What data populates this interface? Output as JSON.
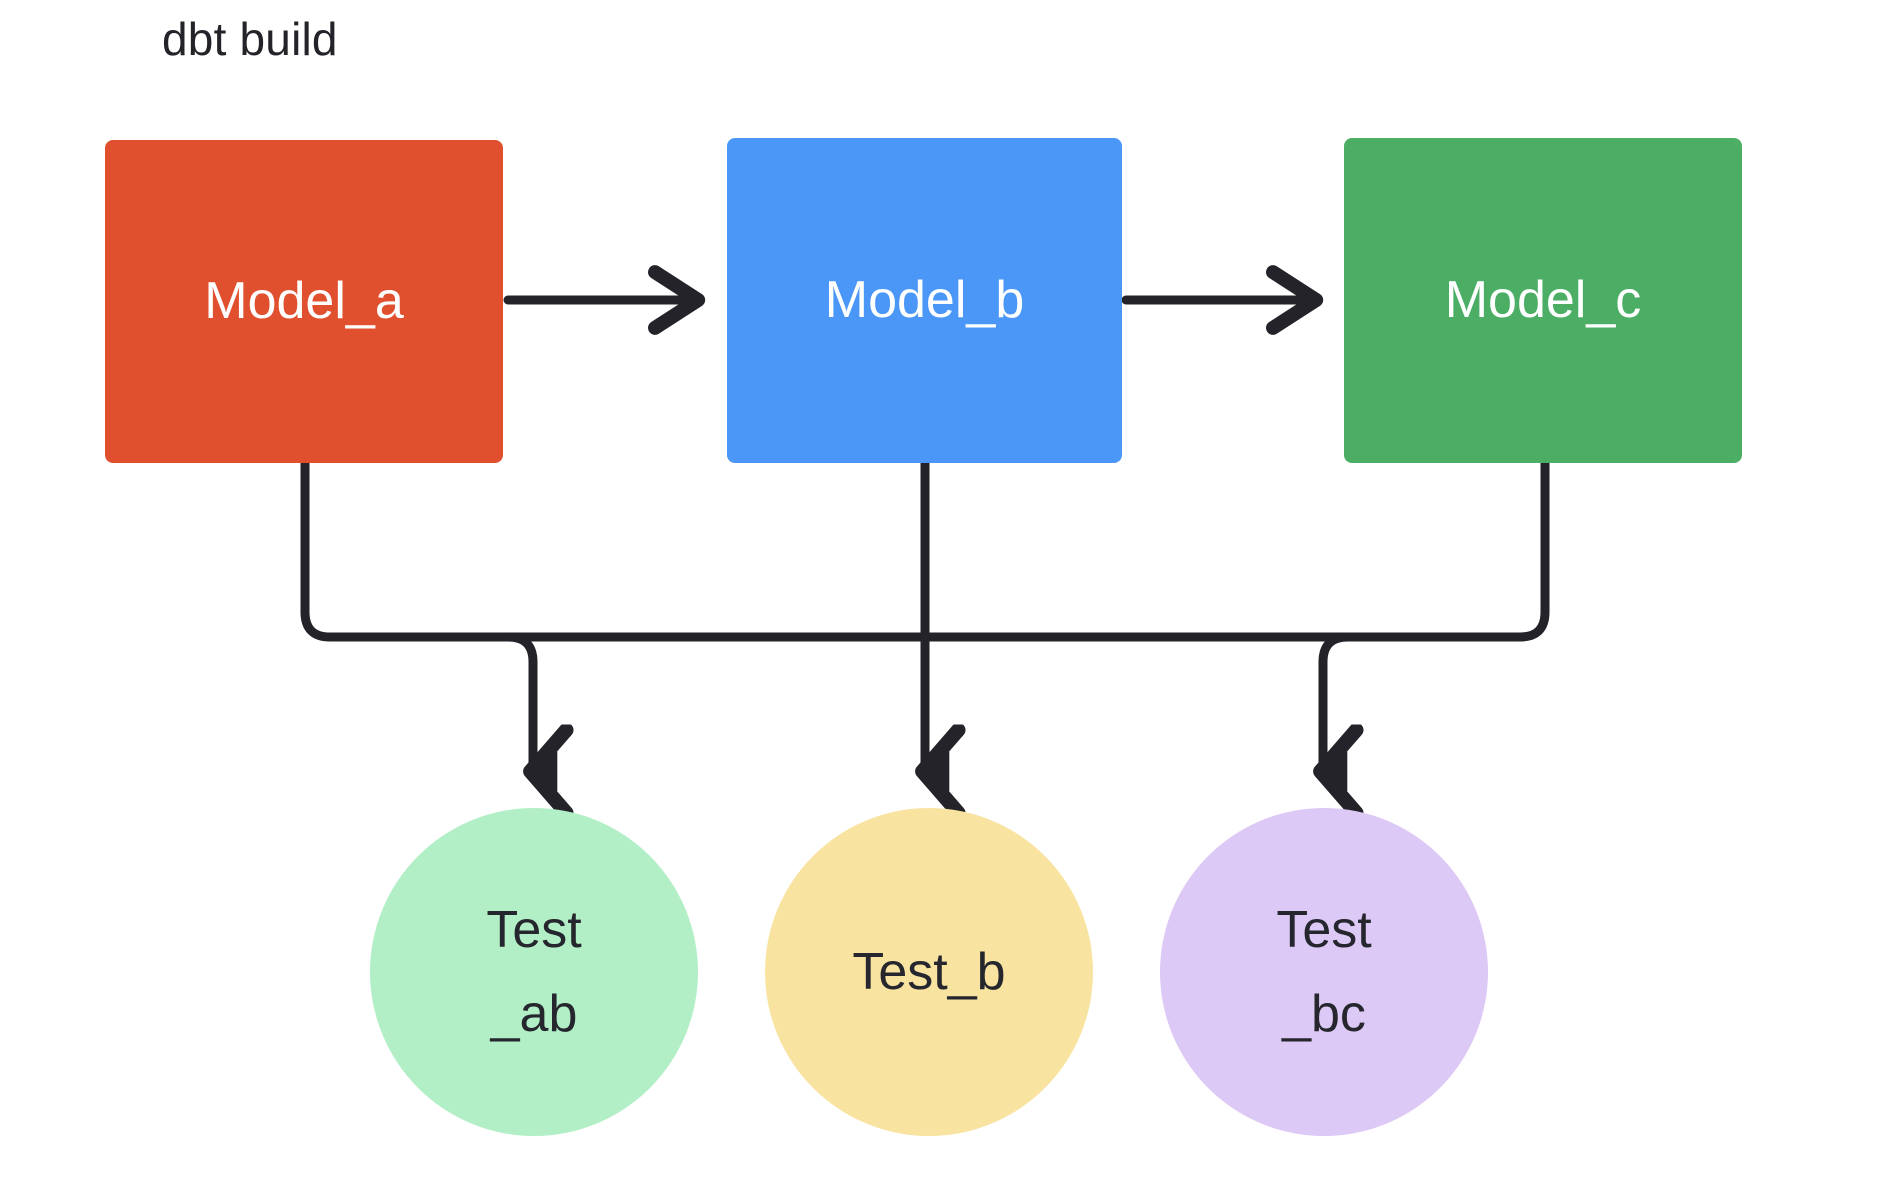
{
  "title": "dbt build",
  "colors": {
    "background": "#ffffff",
    "edge": "#232329",
    "title_text": "#232329",
    "model_a_fill": "#e0502f",
    "model_b_fill": "#4a97f7",
    "model_c_fill": "#4cae65",
    "test_ab_fill": "#b2efc6",
    "test_b_fill": "#f8e3a0",
    "test_bc_fill": "#ddc9f5",
    "model_label_text": "#ffffff",
    "test_label_text": "#25262e"
  },
  "nodes": {
    "models": [
      {
        "id": "model_a",
        "label": "Model_a",
        "shape": "rect",
        "fill": "#e0502f"
      },
      {
        "id": "model_b",
        "label": "Model_b",
        "shape": "rect",
        "fill": "#4a97f7"
      },
      {
        "id": "model_c",
        "label": "Model_c",
        "shape": "rect",
        "fill": "#4cae65"
      }
    ],
    "tests": [
      {
        "id": "test_ab",
        "label": "Test\n_ab",
        "shape": "circle",
        "fill": "#b2efc6"
      },
      {
        "id": "test_b",
        "label": "Test_b",
        "shape": "circle",
        "fill": "#f8e3a0"
      },
      {
        "id": "test_bc",
        "label": "Test\n_bc",
        "shape": "circle",
        "fill": "#ddc9f5"
      }
    ]
  },
  "edges": [
    {
      "from": "model_a",
      "to": "model_b",
      "style": "straight-arrow"
    },
    {
      "from": "model_b",
      "to": "model_c",
      "style": "straight-arrow"
    },
    {
      "from": "model_a",
      "to": "test_ab",
      "style": "orthogonal-arrow"
    },
    {
      "from": "model_b",
      "to": "test_ab",
      "style": "orthogonal-arrow"
    },
    {
      "from": "model_b",
      "to": "test_b",
      "style": "straight-arrow"
    },
    {
      "from": "model_b",
      "to": "test_bc",
      "style": "orthogonal-arrow"
    },
    {
      "from": "model_c",
      "to": "test_bc",
      "style": "orthogonal-arrow"
    }
  ]
}
